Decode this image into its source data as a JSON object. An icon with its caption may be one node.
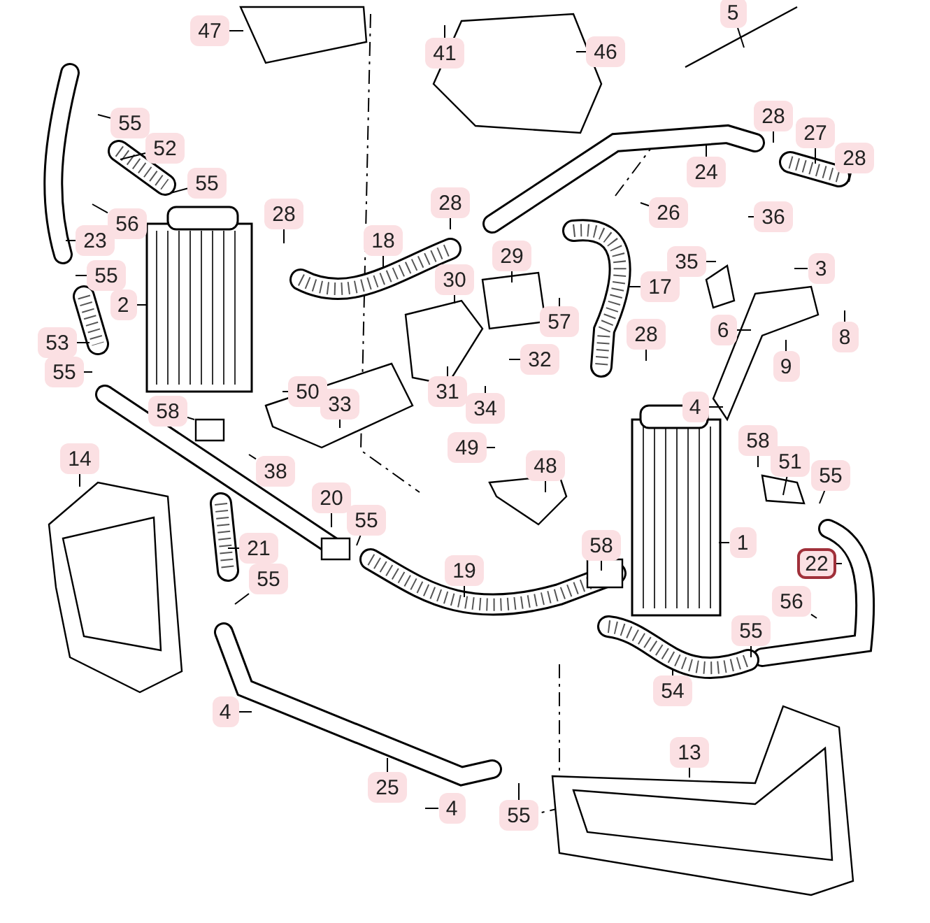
{
  "diagram": {
    "nodes": [
      {
        "text": [
          "5"
        ]
      },
      {
        "text": [
          "47"
        ]
      },
      {
        "text": [
          "41"
        ]
      },
      {
        "text": [
          "46"
        ]
      },
      {
        "text": [
          "55"
        ]
      },
      {
        "text": [
          "52"
        ]
      },
      {
        "text": [
          "55"
        ]
      },
      {
        "text": [
          "28"
        ]
      },
      {
        "text": [
          "27"
        ]
      },
      {
        "text": [
          "28"
        ]
      },
      {
        "text": [
          "24"
        ]
      },
      {
        "text": [
          "28"
        ]
      },
      {
        "text": [
          "28"
        ]
      },
      {
        "text": [
          "26"
        ]
      },
      {
        "text": [
          "36"
        ]
      },
      {
        "text": [
          "56"
        ]
      },
      {
        "text": [
          "23"
        ]
      },
      {
        "text": [
          "18"
        ]
      },
      {
        "text": [
          "29"
        ]
      },
      {
        "text": [
          "35"
        ]
      },
      {
        "text": [
          "3"
        ]
      },
      {
        "text": [
          "55"
        ]
      },
      {
        "text": [
          "17"
        ]
      },
      {
        "text": [
          "30"
        ]
      },
      {
        "text": [
          "2"
        ]
      },
      {
        "text": [
          "57"
        ]
      },
      {
        "text": [
          "6"
        ]
      },
      {
        "text": [
          "8"
        ]
      },
      {
        "text": [
          "28"
        ]
      },
      {
        "text": [
          "53"
        ]
      },
      {
        "text": [
          "9"
        ]
      },
      {
        "text": [
          "32"
        ]
      },
      {
        "text": [
          "55"
        ]
      },
      {
        "text": [
          "31"
        ]
      },
      {
        "text": [
          "50"
        ]
      },
      {
        "text": [
          "33"
        ]
      },
      {
        "text": [
          "34"
        ]
      },
      {
        "text": [
          "4"
        ]
      },
      {
        "text": [
          "58"
        ]
      },
      {
        "text": [
          "58"
        ]
      },
      {
        "text": [
          "49"
        ]
      },
      {
        "text": [
          "51"
        ]
      },
      {
        "text": [
          "14"
        ]
      },
      {
        "text": [
          "38"
        ]
      },
      {
        "text": [
          "48"
        ]
      },
      {
        "text": [
          "55"
        ]
      },
      {
        "text": [
          "20"
        ]
      },
      {
        "text": [
          "55"
        ]
      },
      {
        "text": [
          "1"
        ]
      },
      {
        "text": [
          "21"
        ]
      },
      {
        "text": [
          "58"
        ]
      },
      {
        "text": [
          "22"
        ]
      },
      {
        "text": [
          "19"
        ]
      },
      {
        "text": [
          "55"
        ]
      },
      {
        "text": [
          "56"
        ]
      },
      {
        "text": [
          "55"
        ]
      },
      {
        "text": [
          "54"
        ]
      },
      {
        "text": [
          "4"
        ]
      },
      {
        "text": [
          "13"
        ]
      },
      {
        "text": [
          "25"
        ]
      },
      {
        "text": [
          "4"
        ]
      },
      {
        "text": [
          "55"
        ]
      }
    ],
    "edges": [
      {
        "from": 0,
        "to": null,
        "arrow": "none"
      },
      {
        "from": 1,
        "to": null,
        "arrow": "none"
      },
      {
        "from": 2,
        "to": null,
        "arrow": "none"
      },
      {
        "from": 3,
        "to": null,
        "arrow": "none"
      },
      {
        "from": 4,
        "to": null,
        "arrow": "none"
      },
      {
        "from": 5,
        "to": null,
        "arrow": "none"
      },
      {
        "from": 6,
        "to": null,
        "arrow": "none"
      },
      {
        "from": 7,
        "to": null,
        "arrow": "none"
      },
      {
        "from": 8,
        "to": null,
        "arrow": "none"
      },
      {
        "from": 9,
        "to": null,
        "arrow": "none"
      },
      {
        "from": 10,
        "to": null,
        "arrow": "none"
      },
      {
        "from": 11,
        "to": null,
        "arrow": "none"
      },
      {
        "from": 12,
        "to": null,
        "arrow": "none"
      },
      {
        "from": 13,
        "to": null,
        "arrow": "none"
      },
      {
        "from": 14,
        "to": null,
        "arrow": "none"
      },
      {
        "from": 15,
        "to": null,
        "arrow": "none"
      },
      {
        "from": 16,
        "to": null,
        "arrow": "none"
      },
      {
        "from": 17,
        "to": null,
        "arrow": "none"
      },
      {
        "from": 18,
        "to": null,
        "arrow": "none"
      },
      {
        "from": 19,
        "to": null,
        "arrow": "none"
      },
      {
        "from": 20,
        "to": null,
        "arrow": "none"
      },
      {
        "from": 21,
        "to": null,
        "arrow": "none"
      },
      {
        "from": 22,
        "to": null,
        "arrow": "none"
      },
      {
        "from": 23,
        "to": null,
        "arrow": "none"
      },
      {
        "from": 24,
        "to": null,
        "arrow": "none"
      },
      {
        "from": 25,
        "to": null,
        "arrow": "none"
      },
      {
        "from": 26,
        "to": null,
        "arrow": "none"
      },
      {
        "from": 27,
        "to": null,
        "arrow": "none"
      },
      {
        "from": 28,
        "to": null,
        "arrow": "none"
      },
      {
        "from": 29,
        "to": null,
        "arrow": "none"
      },
      {
        "from": 30,
        "to": null,
        "arrow": "none"
      },
      {
        "from": 31,
        "to": null,
        "arrow": "none"
      },
      {
        "from": 32,
        "to": null,
        "arrow": "none"
      },
      {
        "from": 33,
        "to": null,
        "arrow": "none"
      },
      {
        "from": 34,
        "to": null,
        "arrow": "none"
      },
      {
        "from": 35,
        "to": null,
        "arrow": "none"
      },
      {
        "from": 36,
        "to": null,
        "arrow": "none"
      },
      {
        "from": 37,
        "to": null,
        "arrow": "none"
      },
      {
        "from": 38,
        "to": null,
        "arrow": "none"
      },
      {
        "from": 39,
        "to": null,
        "arrow": "none"
      },
      {
        "from": 40,
        "to": null,
        "arrow": "none"
      },
      {
        "from": 41,
        "to": null,
        "arrow": "none"
      },
      {
        "from": 42,
        "to": null,
        "arrow": "none"
      },
      {
        "from": 43,
        "to": null,
        "arrow": "none"
      },
      {
        "from": 44,
        "to": null,
        "arrow": "none"
      },
      {
        "from": 45,
        "to": null,
        "arrow": "none"
      },
      {
        "from": 46,
        "to": null,
        "arrow": "none"
      },
      {
        "from": 47,
        "to": null,
        "arrow": "none"
      },
      {
        "from": 48,
        "to": null,
        "arrow": "none"
      },
      {
        "from": 49,
        "to": null,
        "arrow": "none"
      },
      {
        "from": 50,
        "to": null,
        "arrow": "none"
      },
      {
        "from": 51,
        "to": null,
        "arrow": "none"
      },
      {
        "from": 52,
        "to": null,
        "arrow": "none"
      },
      {
        "from": 53,
        "to": null,
        "arrow": "none"
      },
      {
        "from": 54,
        "to": null,
        "arrow": "none"
      },
      {
        "from": 55,
        "to": null,
        "arrow": "none"
      },
      {
        "from": 56,
        "to": null,
        "arrow": "none"
      },
      {
        "from": 57,
        "to": null,
        "arrow": "none"
      },
      {
        "from": 58,
        "to": null,
        "arrow": "none"
      },
      {
        "from": 59,
        "to": null,
        "arrow": "none"
      },
      {
        "from": 60,
        "to": null,
        "arrow": "none"
      },
      {
        "from": 61,
        "to": null,
        "arrow": "none"
      }
    ]
  }
}
